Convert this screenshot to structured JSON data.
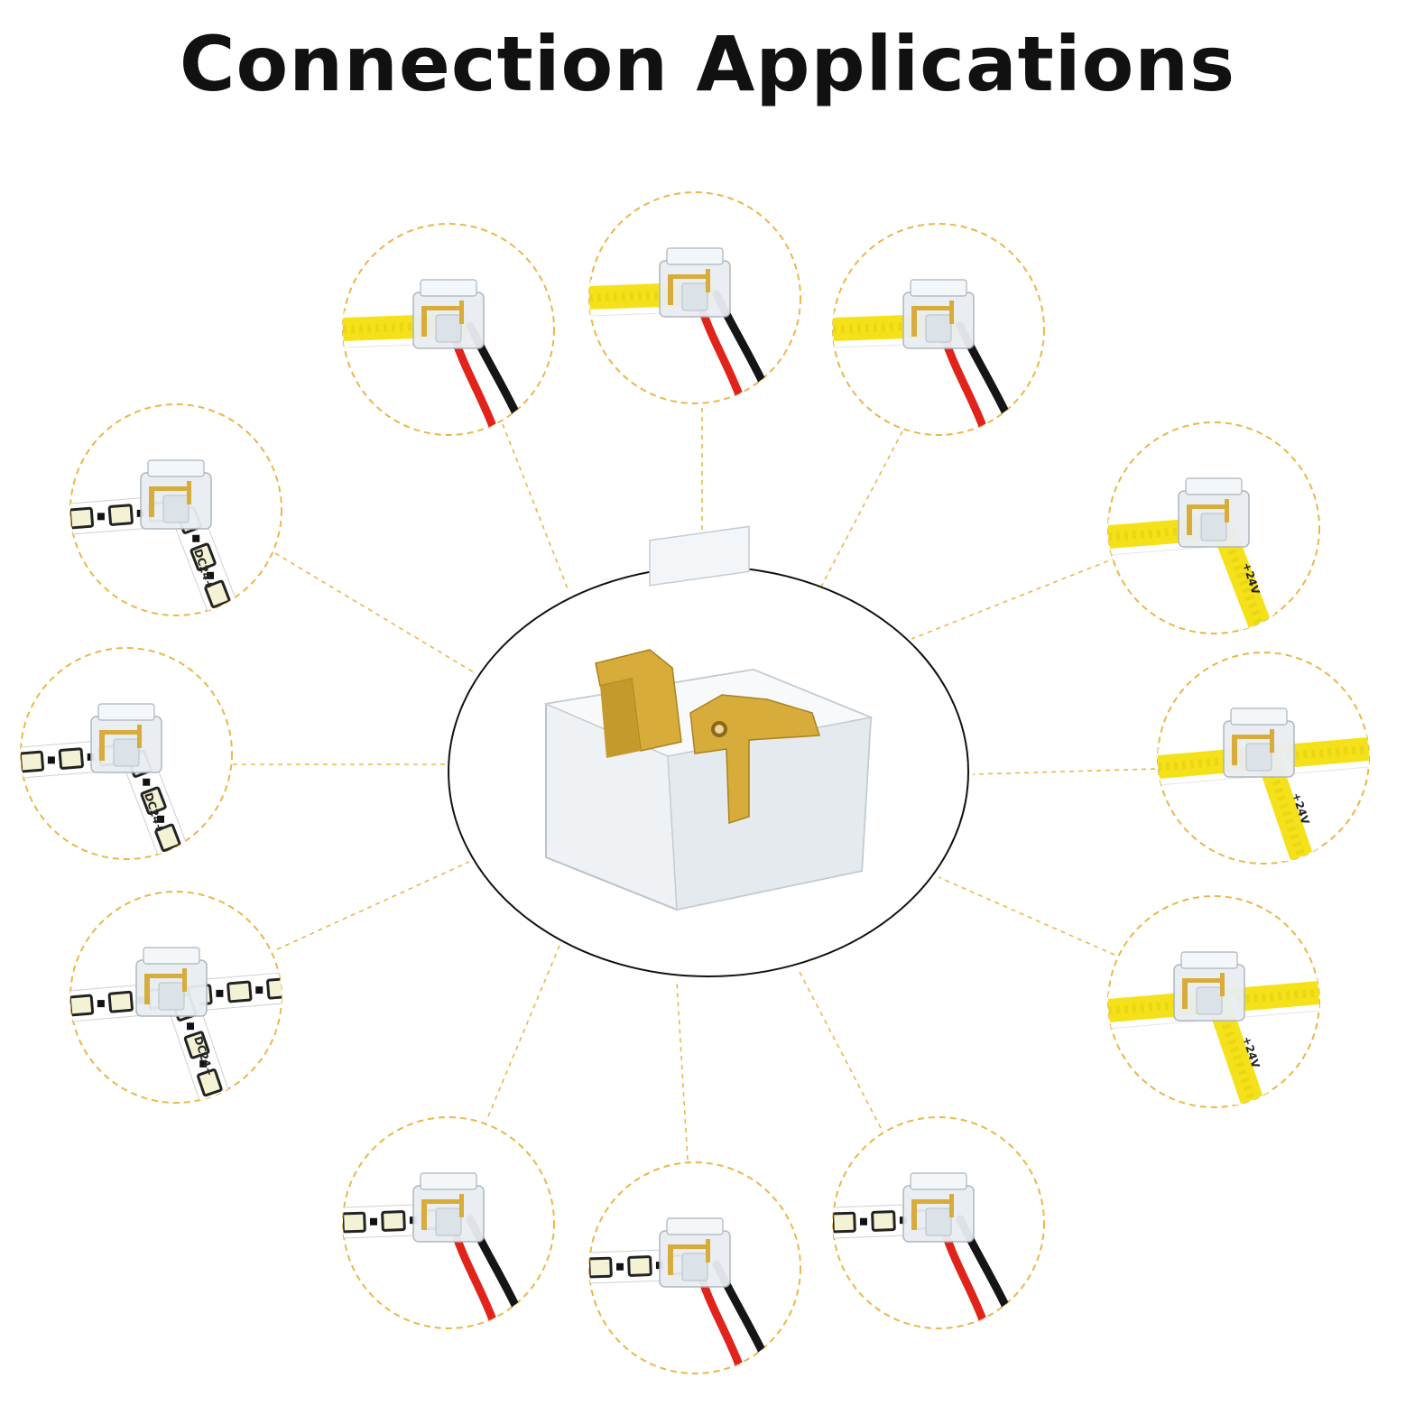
{
  "title": "Connection Applications",
  "colors": {
    "dashed_circle": "#e8b84a",
    "connector_line": "#e8b84a",
    "hub_outline": "#111111",
    "cob_strip_yellow": "#f5e11a",
    "wire_red": "#e0241b",
    "wire_black": "#151515",
    "contact_gold": "#d7ac3a",
    "led_chip": "#f4f2d4",
    "clear_plastic": "#e9eef2"
  },
  "hub": {
    "name": "center-connector",
    "icon": "gold-contact-connector-icon"
  },
  "applications": [
    {
      "name": "app-cob-to-wire-top-left",
      "type": "strip-to-wire",
      "strip": "cob",
      "label": ""
    },
    {
      "name": "app-cob-to-wire-top",
      "type": "strip-to-wire",
      "strip": "cob",
      "label": ""
    },
    {
      "name": "app-cob-to-wire-top-right",
      "type": "strip-to-wire",
      "strip": "cob",
      "label": ""
    },
    {
      "name": "app-cob-l-shape-right",
      "type": "l-shape",
      "strip": "cob",
      "label": "+24V"
    },
    {
      "name": "app-cob-t-shape-right",
      "type": "t-shape",
      "strip": "cob",
      "label": "+24V"
    },
    {
      "name": "app-cob-t-shape-bottom-right",
      "type": "t-shape",
      "strip": "cob",
      "label": "+24V"
    },
    {
      "name": "app-smd-to-wire-bottom-right",
      "type": "strip-to-wire",
      "strip": "smd",
      "label": ""
    },
    {
      "name": "app-smd-to-wire-bottom",
      "type": "strip-to-wire",
      "strip": "smd",
      "label": ""
    },
    {
      "name": "app-smd-to-wire-bottom-left",
      "type": "strip-to-wire",
      "strip": "smd",
      "label": ""
    },
    {
      "name": "app-smd-t-shape-left",
      "type": "t-shape",
      "strip": "smd",
      "label": "DC24+"
    },
    {
      "name": "app-smd-l-shape-left",
      "type": "l-shape",
      "strip": "smd",
      "label": "DC24+"
    },
    {
      "name": "app-smd-l-shape-top-left",
      "type": "l-shape",
      "strip": "smd",
      "label": "DC24+"
    }
  ]
}
